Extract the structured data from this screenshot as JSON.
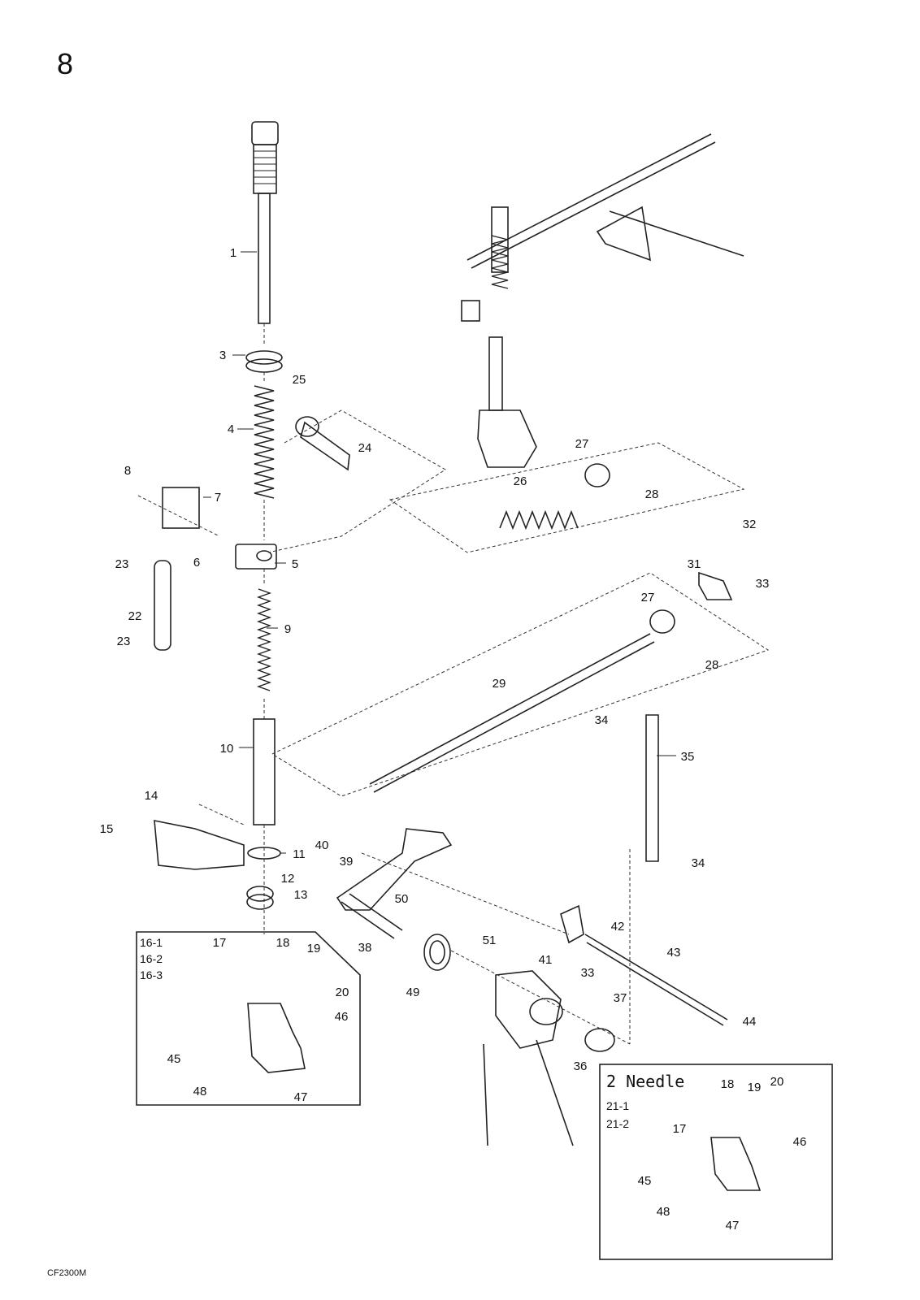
{
  "page_number": "8",
  "footer_code": "CF2300M",
  "boxes": {
    "left": {
      "title": "",
      "lines": [
        "16-1",
        "16-2",
        "16-3"
      ]
    },
    "right": {
      "title": "2 Needle",
      "lines": [
        "21-1",
        "21-2"
      ]
    }
  },
  "callouts": [
    "1",
    "3",
    "4",
    "25",
    "24",
    "8",
    "7",
    "5",
    "6",
    "23",
    "22",
    "9",
    "23",
    "10",
    "14",
    "15",
    "11",
    "12",
    "13",
    "17",
    "18",
    "19",
    "20",
    "46",
    "45",
    "48",
    "47",
    "27",
    "26",
    "28",
    "32",
    "31",
    "33",
    "27",
    "28",
    "29",
    "34",
    "35",
    "34",
    "40",
    "39",
    "38",
    "50",
    "51",
    "49",
    "41",
    "42",
    "43",
    "33",
    "37",
    "36",
    "44",
    "18",
    "19",
    "20",
    "17",
    "46",
    "45",
    "48",
    "47"
  ]
}
